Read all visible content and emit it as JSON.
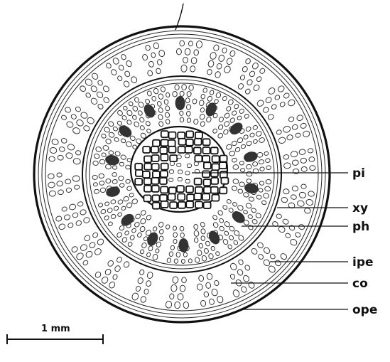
{
  "labels": {
    "pi": "pi",
    "xy": "xy",
    "ph": "ph",
    "ipe": "ipe",
    "co": "co",
    "ope": "ope"
  },
  "scale_bar": {
    "label": "1 mm"
  }
}
